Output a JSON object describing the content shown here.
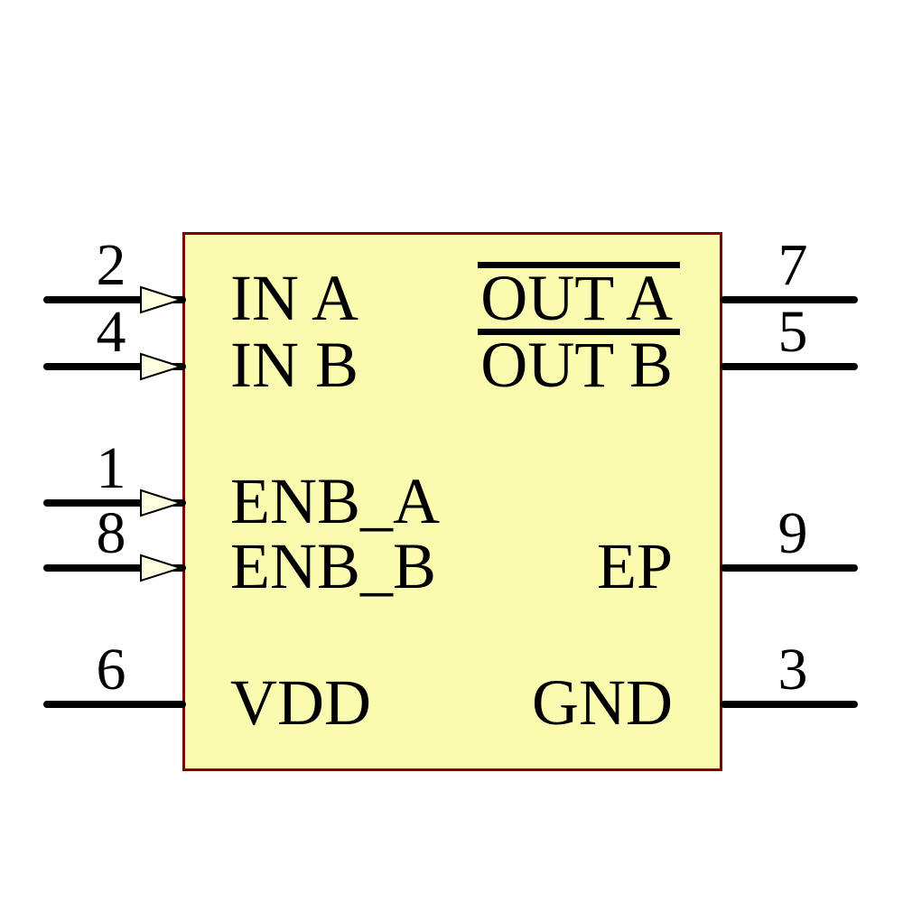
{
  "component": {
    "type": "ic-schematic-symbol",
    "colors": {
      "background": "#FFFFFF",
      "body_fill": "#FBFBB0",
      "border": "#7F0000",
      "pin": "#000000",
      "arrow_fill": "#FFFFE0",
      "text": "#000000"
    },
    "pins": {
      "left": [
        {
          "number": "2",
          "label": "IN A",
          "input_arrow": true,
          "negated": false
        },
        {
          "number": "4",
          "label": "IN B",
          "input_arrow": true,
          "negated": false
        },
        {
          "number": "1",
          "label": "ENB_A",
          "input_arrow": true,
          "negated": false
        },
        {
          "number": "8",
          "label": "ENB_B",
          "input_arrow": true,
          "negated": false
        },
        {
          "number": "6",
          "label": "VDD",
          "input_arrow": false,
          "negated": false
        }
      ],
      "right": [
        {
          "number": "7",
          "label": "OUT A",
          "input_arrow": false,
          "negated": true
        },
        {
          "number": "5",
          "label": "OUT B",
          "input_arrow": false,
          "negated": true
        },
        {
          "number": "9",
          "label": "EP",
          "input_arrow": false,
          "negated": false
        },
        {
          "number": "3",
          "label": "GND",
          "input_arrow": false,
          "negated": false
        }
      ]
    }
  }
}
